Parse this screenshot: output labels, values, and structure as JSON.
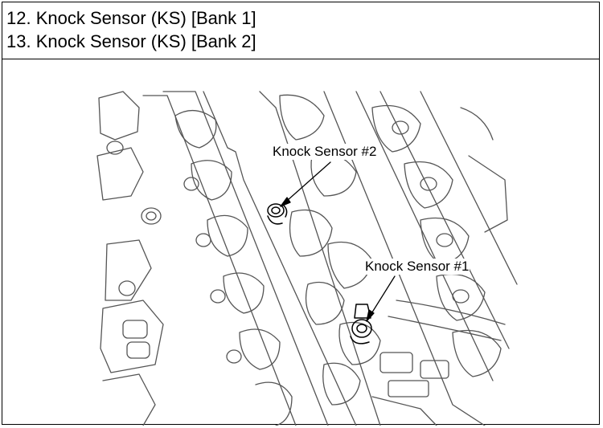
{
  "header": {
    "lines": [
      "12. Knock Sensor (KS) [Bank 1]",
      "13. Knock Sensor (KS) [Bank 2]"
    ]
  },
  "figure": {
    "callouts": [
      {
        "label": "Knock Sensor #2"
      },
      {
        "label": "Knock Sensor #1"
      }
    ]
  }
}
